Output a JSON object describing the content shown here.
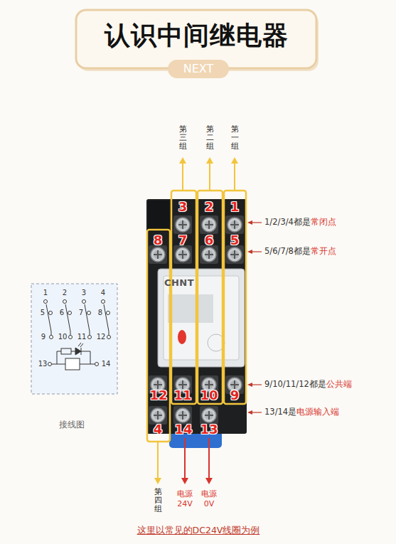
{
  "diagram": {
    "title": "认识中间继电器",
    "caption": "这里以常见的DC24V线圈为例",
    "nodes": [
      {
        "text": [
          "NEXT"
        ]
      }
    ],
    "labels": [
      "第三组",
      "第二组",
      "第一组",
      "3",
      "2",
      "1",
      "8",
      "7",
      "6",
      "5",
      "12",
      "11",
      "10",
      "9",
      "4",
      "14",
      "13",
      "1/2/3/4都是",
      "常闭点",
      "5/6/7/8都是",
      "常开点",
      "9/10/11/12都是",
      "公共端",
      "13/14是",
      "电源输入端",
      "第四组",
      "电源 24V",
      "电源 0V",
      "1",
      "2",
      "3",
      "4",
      "5",
      "6",
      "7",
      "8",
      "9",
      "10",
      "11",
      "12",
      "13",
      "14",
      "接线图",
      "CHNT"
    ]
  }
}
